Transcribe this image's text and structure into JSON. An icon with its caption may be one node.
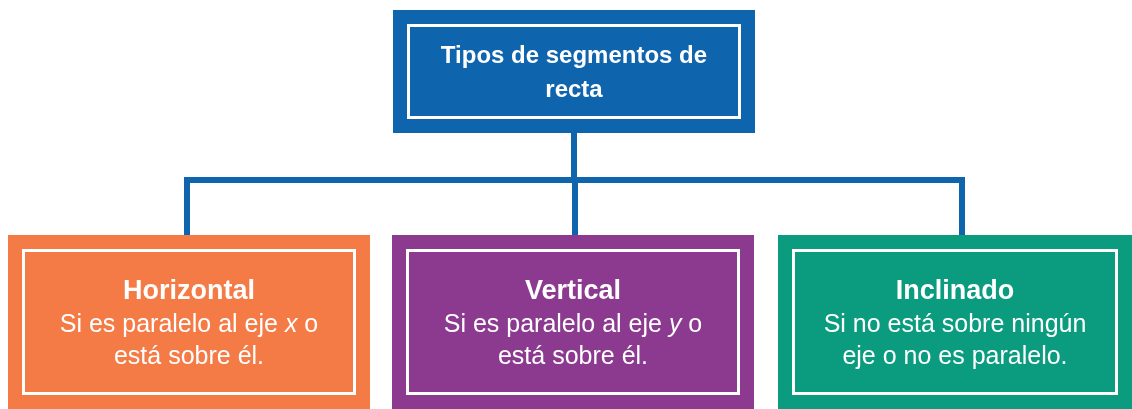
{
  "diagram": {
    "nodes": [
      {
        "text": [
          "Tipos de segmentos de recta"
        ]
      },
      {
        "text": [
          "Horizontal",
          "Si es paralelo al eje *x* o está sobre él."
        ]
      },
      {
        "text": [
          "Vertical",
          "Si es paralelo al eje *y* o está sobre él."
        ]
      },
      {
        "text": [
          "Inclinado",
          "Si no está sobre ningún eje o no es paralelo."
        ]
      }
    ],
    "edges": [
      {
        "from": 0,
        "to": 1,
        "arrow": "none"
      },
      {
        "from": 0,
        "to": 2,
        "arrow": "none"
      },
      {
        "from": 0,
        "to": 3,
        "arrow": "none"
      }
    ]
  }
}
